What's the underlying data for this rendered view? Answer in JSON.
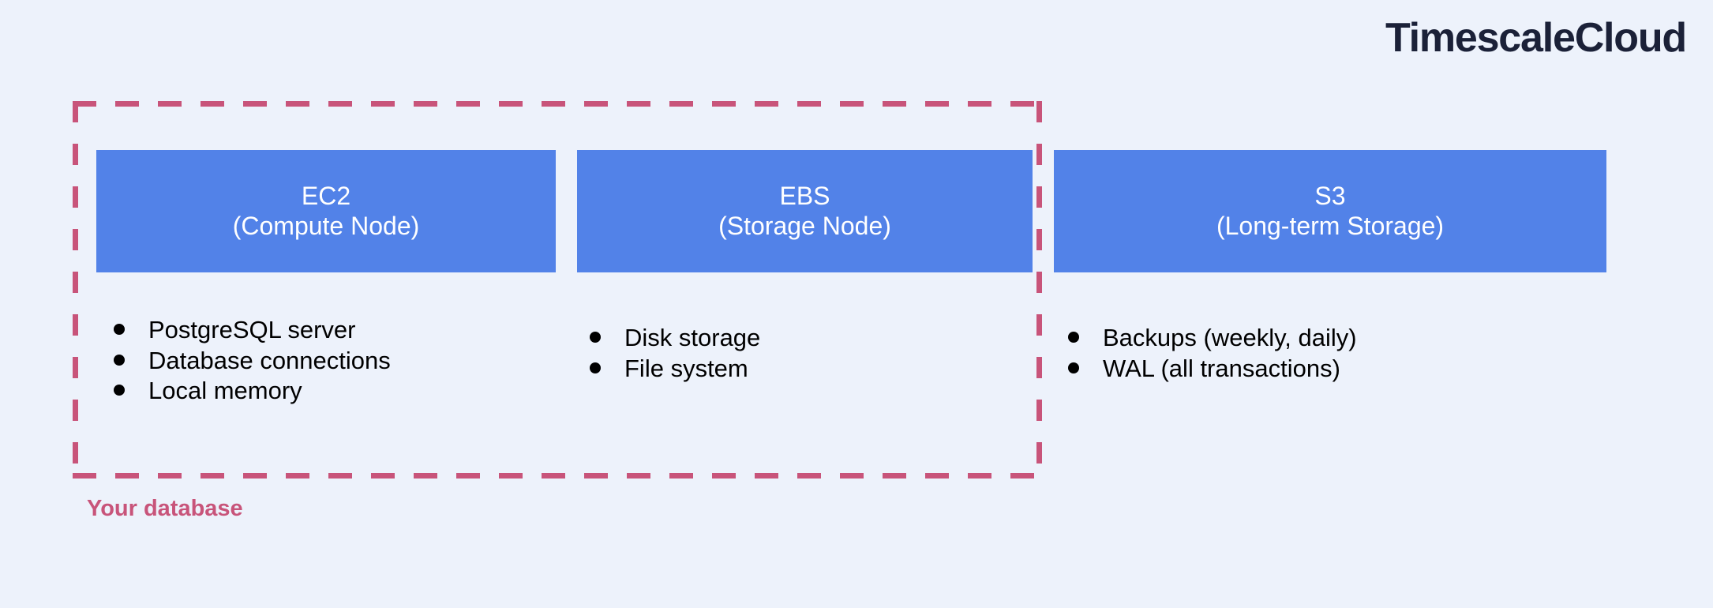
{
  "brand": {
    "logo_text": "TimescaleCloud",
    "logo_color": "#1b2138"
  },
  "theme": {
    "background": "#edf2fb",
    "node_blue": "#5282e8",
    "accent_rose": "#c8547a",
    "text_black": "#000000",
    "node_text": "#ffffff"
  },
  "group": {
    "caption": "Your database",
    "border_style": "dashed",
    "border_color": "#c8547a"
  },
  "columns": [
    {
      "id": "ec2",
      "title": "EC2",
      "subtitle": "(Compute Node)",
      "in_group": true,
      "bullets": [
        "PostgreSQL server",
        "Database connections",
        "Local memory"
      ]
    },
    {
      "id": "ebs",
      "title": "EBS",
      "subtitle": "(Storage Node)",
      "in_group": true,
      "bullets": [
        "Disk storage",
        "File system"
      ]
    },
    {
      "id": "s3",
      "title": "S3",
      "subtitle": "(Long-term Storage)",
      "in_group": false,
      "bullets": [
        "Backups (weekly, daily)",
        "WAL (all transactions)"
      ]
    }
  ]
}
